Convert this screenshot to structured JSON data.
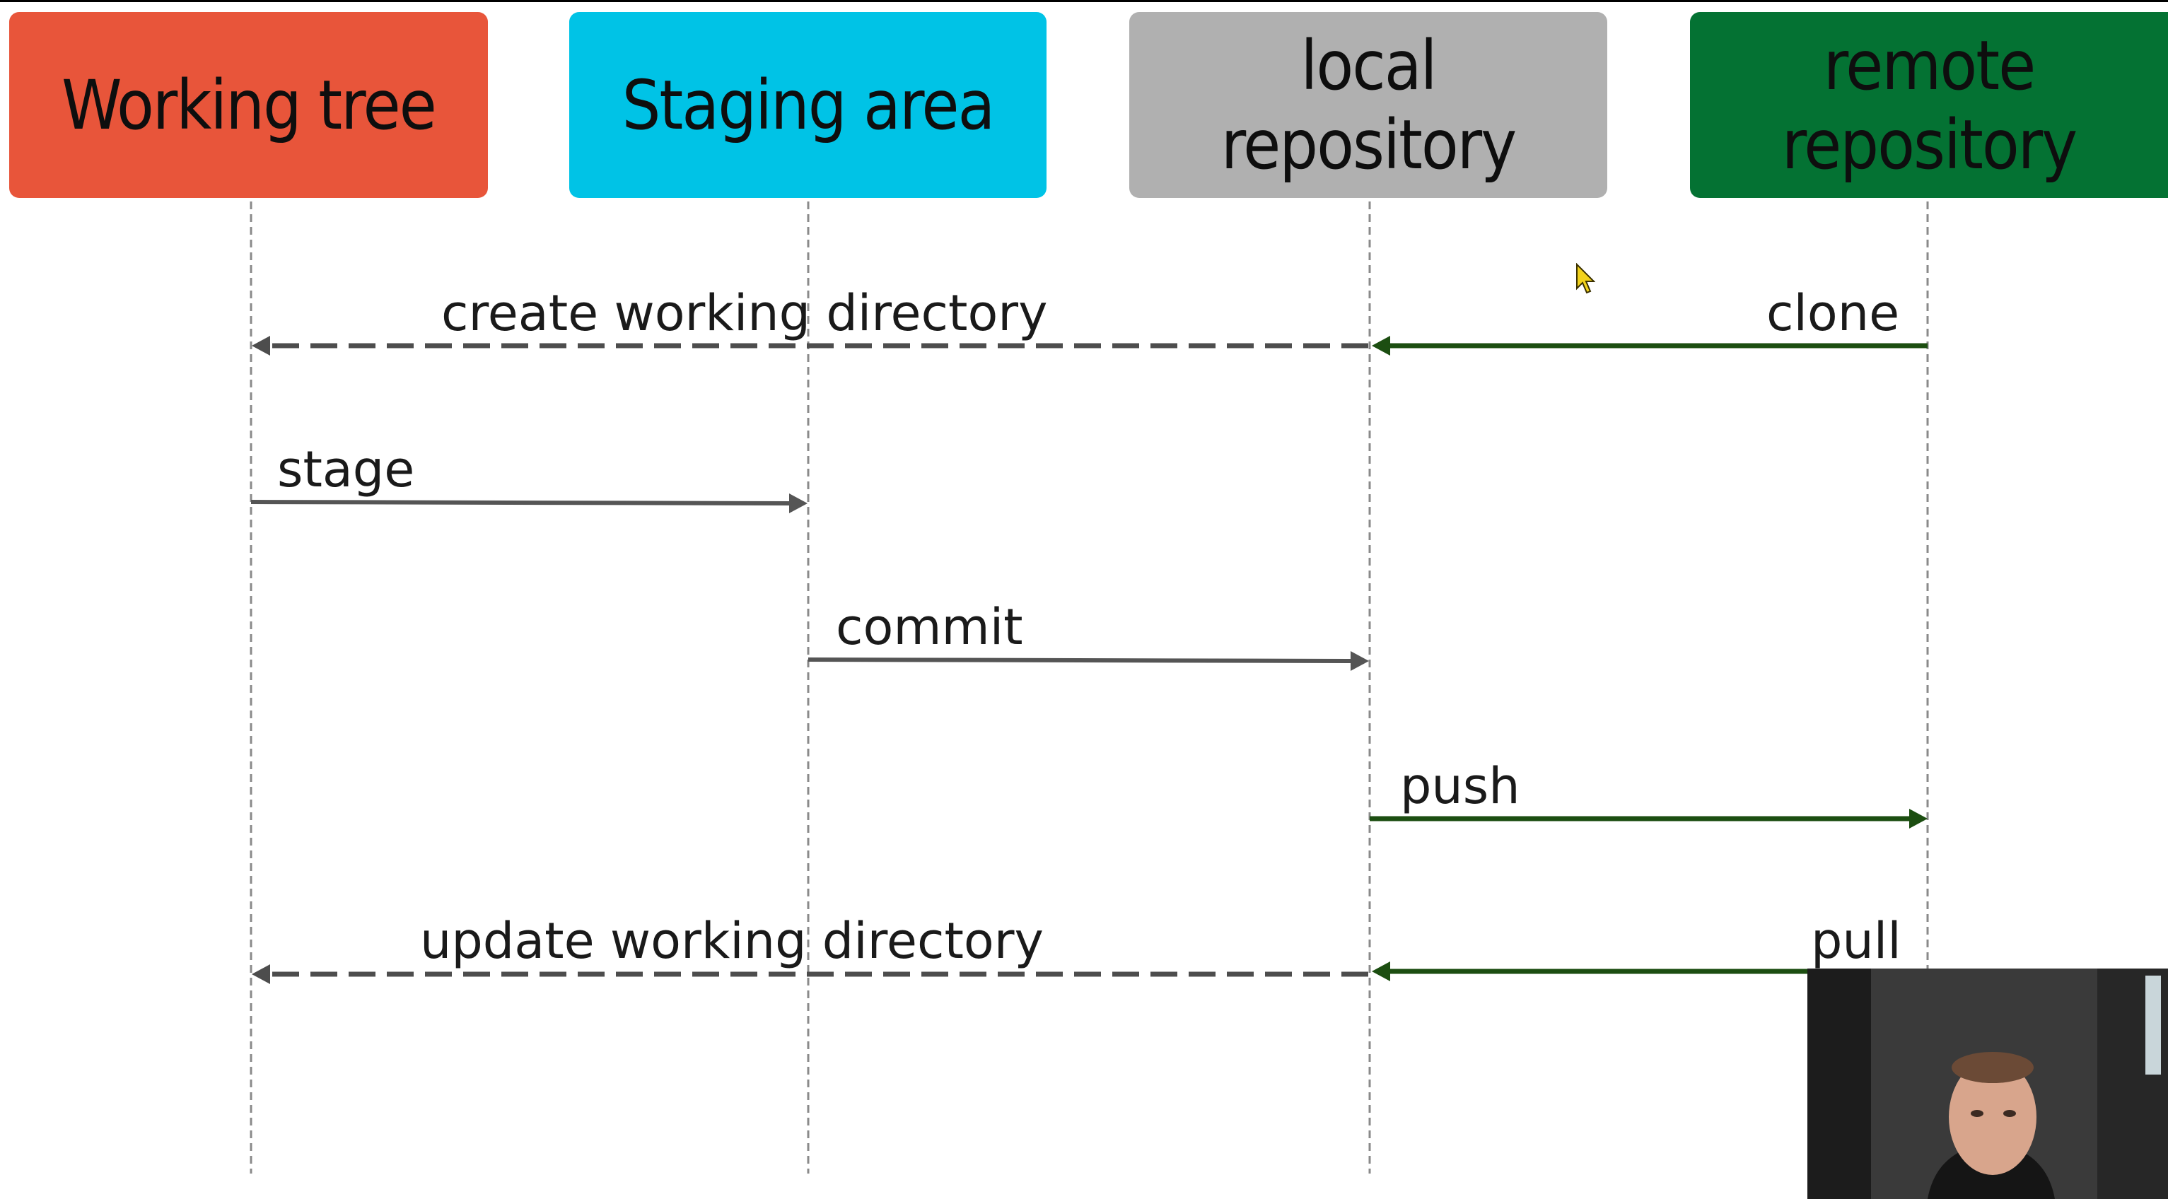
{
  "diagram": {
    "lanes": [
      {
        "id": "working",
        "label": "Working tree",
        "color": "#e8553a"
      },
      {
        "id": "staging",
        "label": "Staging area",
        "color": "#00c3e6"
      },
      {
        "id": "local",
        "label": "local\nrepository",
        "color": "#b0b0b0"
      },
      {
        "id": "remote",
        "label": "remote\nrepository",
        "color": "#047233"
      }
    ],
    "flows": [
      {
        "id": "create",
        "label": "create working directory",
        "from": "local",
        "to": "working",
        "style": "dashed",
        "color": "#4d4d4d"
      },
      {
        "id": "clone",
        "label": "clone",
        "from": "remote",
        "to": "local",
        "style": "solid",
        "color": "#1c4e11"
      },
      {
        "id": "stage",
        "label": "stage",
        "from": "working",
        "to": "staging",
        "style": "solid",
        "color": "#555555"
      },
      {
        "id": "commit",
        "label": "commit",
        "from": "staging",
        "to": "local",
        "style": "solid",
        "color": "#555555"
      },
      {
        "id": "push",
        "label": "push",
        "from": "local",
        "to": "remote",
        "style": "solid",
        "color": "#1c4e11"
      },
      {
        "id": "update",
        "label": "update working directory",
        "from": "local",
        "to": "working",
        "style": "dashed",
        "color": "#4d4d4d"
      },
      {
        "id": "pull",
        "label": "pull",
        "from": "remote",
        "to": "local",
        "style": "solid",
        "color": "#1c4e11"
      }
    ]
  },
  "colors": {
    "lifeline": "#8a8a8a",
    "cursor": "#f2d21c"
  },
  "overlay": {
    "cursor_icon": "mouse-pointer-icon",
    "webcam_icon": "presenter-webcam-icon"
  }
}
